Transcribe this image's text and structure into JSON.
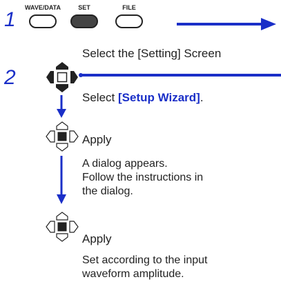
{
  "step1": {
    "number": "1",
    "keys": [
      {
        "label": "WAVE/DATA",
        "active": false
      },
      {
        "label": "SET",
        "active": true
      },
      {
        "label": "FILE",
        "active": false
      }
    ],
    "instruction": "Select the [Setting] Screen"
  },
  "step2": {
    "number": "2",
    "instruction_prefix": "Select ",
    "instruction_highlight": "[Setup Wizard]",
    "instruction_suffix": ".",
    "apply1": {
      "label": "Apply",
      "note_lines": [
        "A dialog appears.",
        "Follow the instructions in",
        "the dialog."
      ]
    },
    "apply2": {
      "label": "Apply",
      "note_lines": [
        "Set according to the input",
        "waveform amplitude."
      ]
    }
  },
  "colors": {
    "accent": "#1a2fc8",
    "text": "#222222",
    "key_active": "#444444"
  }
}
